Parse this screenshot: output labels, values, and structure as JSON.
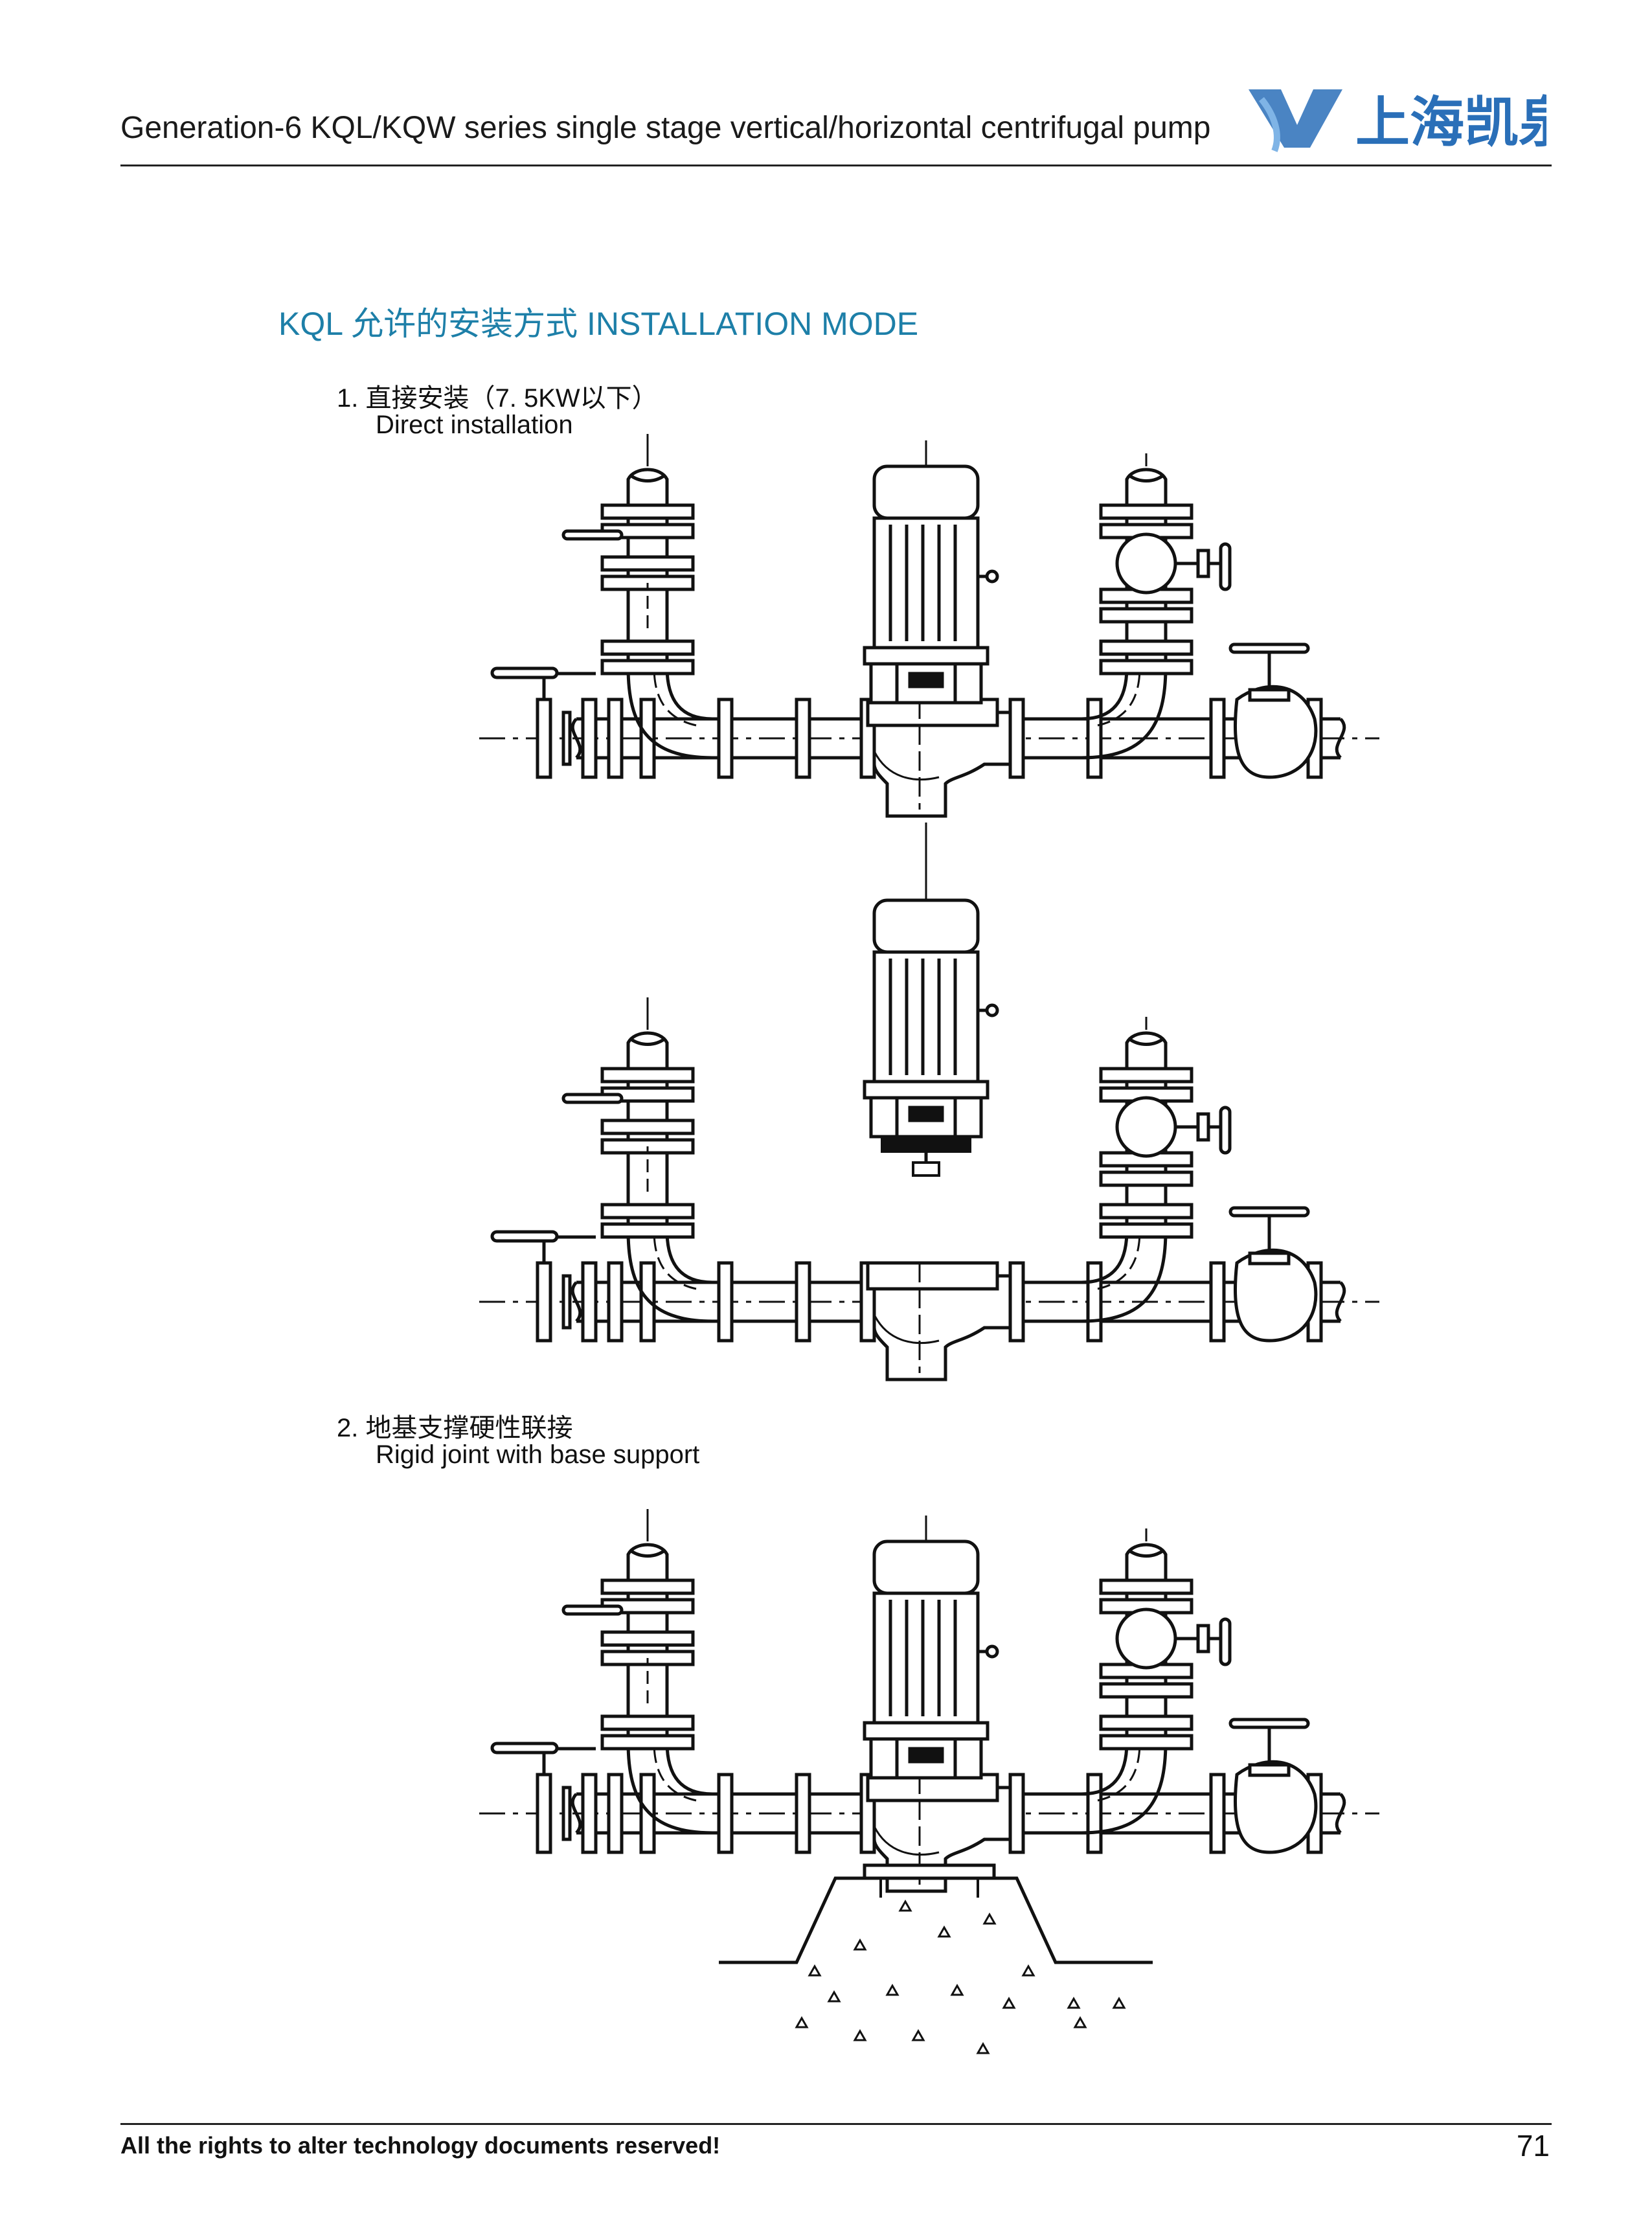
{
  "header": {
    "title": "Generation-6 KQL/KQW series single stage vertical/horizontal centrifugal pump",
    "logo_text": "上海凯泉"
  },
  "section": {
    "title": "KQL 允许的安装方式 INSTALLATION MODE"
  },
  "items": [
    {
      "num": "1. 直接安装（7. 5KW以下）",
      "en": "Direct installation"
    },
    {
      "num": "2. 地基支撑硬性联接",
      "en": "Rigid joint with base support"
    }
  ],
  "footer": {
    "note": "All the rights to alter technology documents reserved!",
    "page_number": "71"
  },
  "colors": {
    "accent": "#1d7fa8",
    "logo_blue": "#2a6fb8",
    "line": "#111111"
  }
}
